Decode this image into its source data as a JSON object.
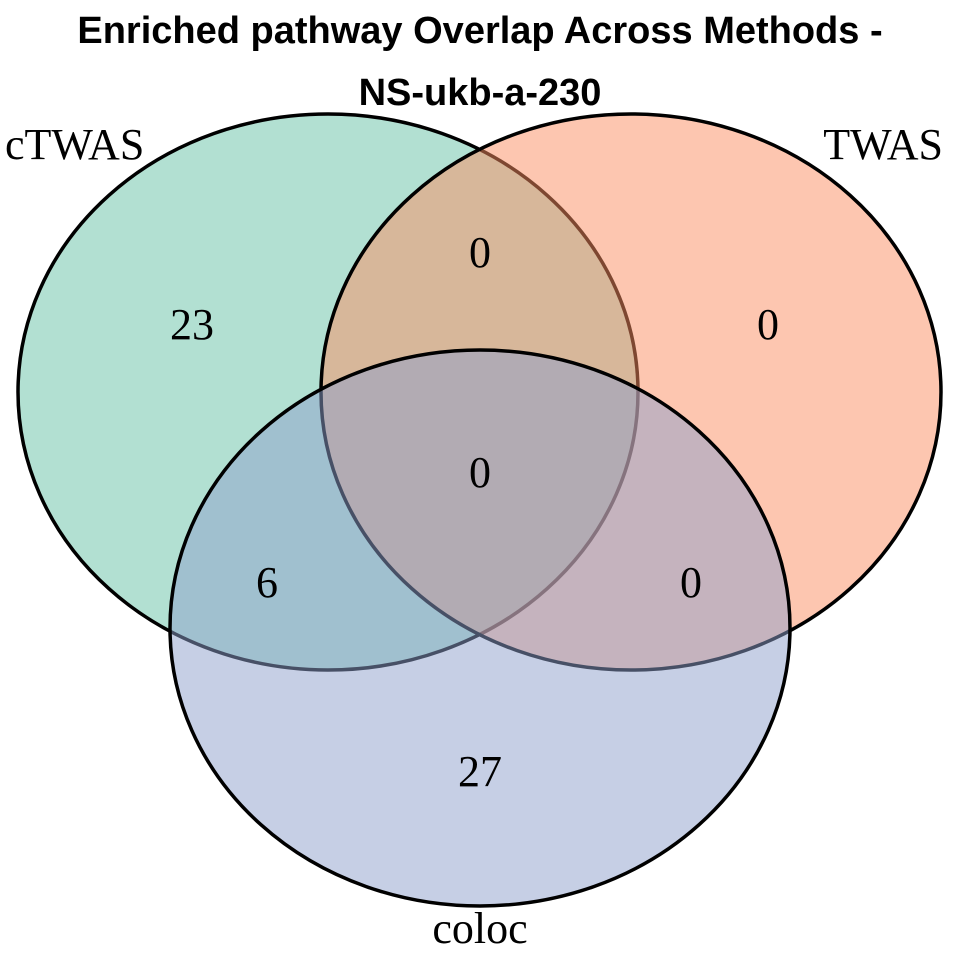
{
  "title": {
    "line1": "Enriched pathway Overlap Across Methods -",
    "line2": "NS-ukb-a-230"
  },
  "colors": {
    "ctwas": "#66c2a5",
    "twas": "#fc8d62",
    "coloc": "#8da0cb",
    "outline": "#000000"
  },
  "sets": {
    "ctwas": "cTWAS",
    "twas": "TWAS",
    "coloc": "coloc"
  },
  "regions": {
    "ctwas_only": "23",
    "twas_only": "0",
    "coloc_only": "27",
    "ctwas_twas": "0",
    "ctwas_coloc": "6",
    "twas_coloc": "0",
    "all_three": "0"
  }
}
